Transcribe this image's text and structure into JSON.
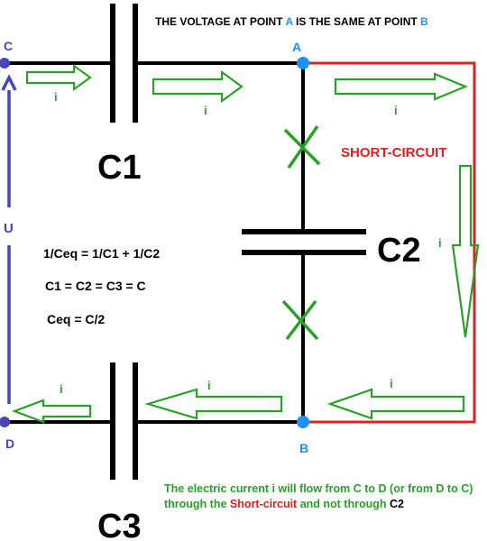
{
  "title": {
    "prefix": "THE VOLTAGE AT POINT ",
    "a": "A",
    "middle": " IS THE SAME AT POINT ",
    "b": "B"
  },
  "nodes": {
    "a": "A",
    "b": "B",
    "c": "C",
    "d": "D"
  },
  "capacitors": {
    "c1": "C1",
    "c2": "C2",
    "c3": "C3"
  },
  "short_circuit_label": "SHORT-CIRCUIT",
  "voltage_label": "U",
  "current_label": "i",
  "equations": {
    "eq1": "1/Ceq = 1/C1 + 1/C2",
    "eq2": "C1 = C2 = C3  = C",
    "eq3": "Ceq = C/2"
  },
  "note": {
    "part1": "The electric current i will flow from C to D (or from D to C) through the ",
    "short": "Short-circuit",
    "part2": " and not through ",
    "c2": "C2"
  },
  "colors": {
    "wire": "#000000",
    "short": "#e02020",
    "current": "#2aa02a",
    "node": "#1e90ff",
    "voltage": "#4646b4",
    "title_a": "#1e90ff",
    "title_b": "#1e90ff"
  }
}
